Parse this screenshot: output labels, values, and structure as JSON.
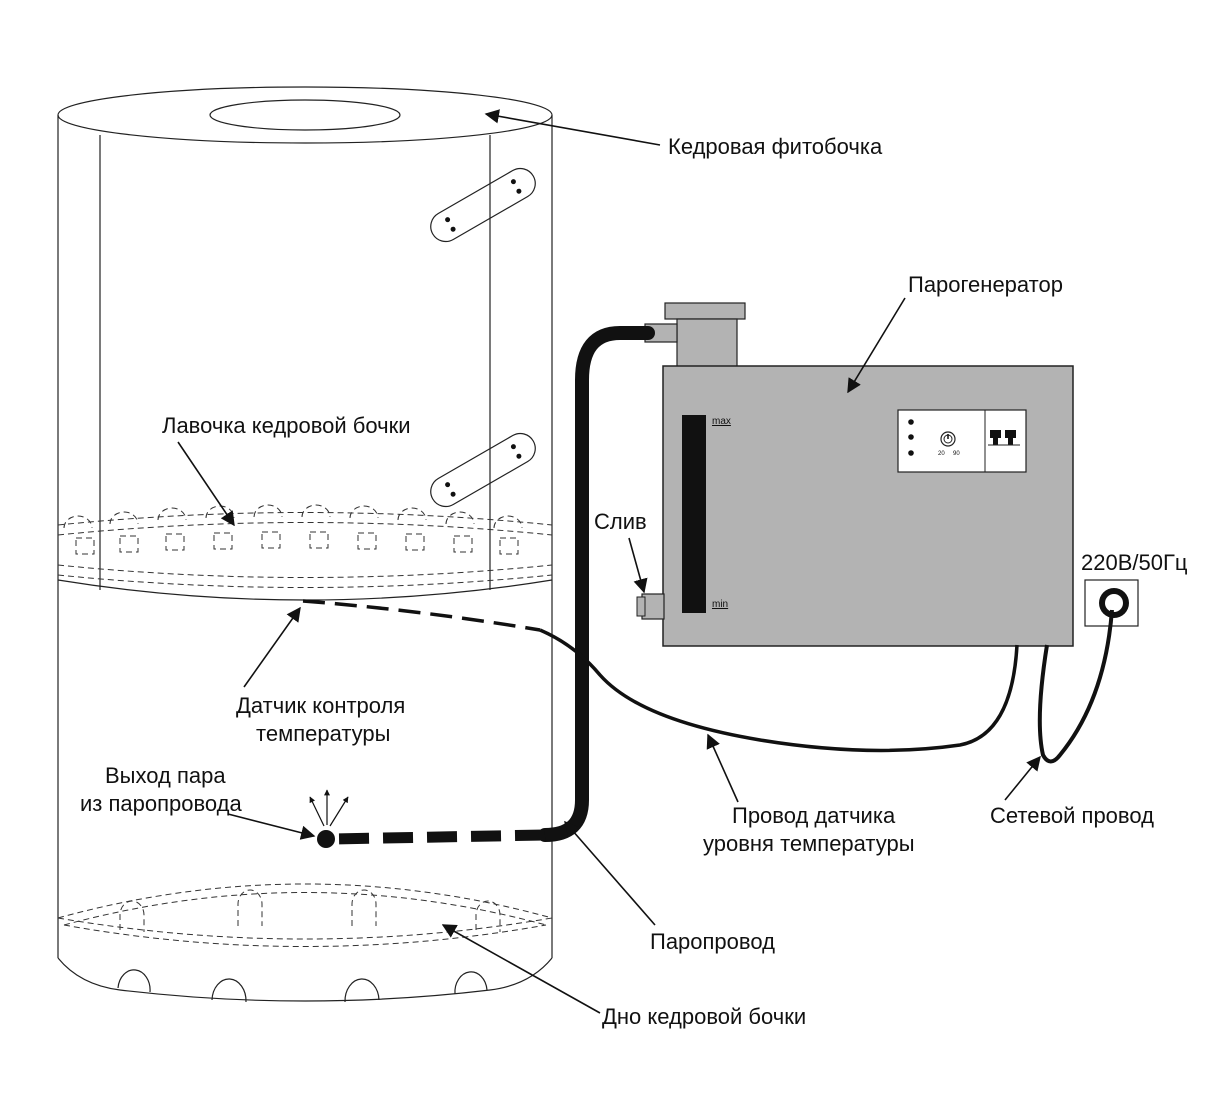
{
  "labels": {
    "barrel": "Кедровая фитобочка",
    "steam_generator": "Парогенератор",
    "bench": "Лавочка кедровой бочки",
    "drain": "Слив",
    "power_spec": "220В/50Гц",
    "temp_sensor_line1": "Датчик контроля",
    "temp_sensor_line2": "температуры",
    "steam_outlet_line1": "Выход пара",
    "steam_outlet_line2": "из паропровода",
    "sensor_wire_line1": "Провод датчика",
    "sensor_wire_line2": "уровня температуры",
    "power_cord": "Сетевой провод",
    "steam_pipe": "Паропровод",
    "barrel_bottom": "Дно кедровой бочки"
  },
  "gauge": {
    "max": "max",
    "min": "min"
  },
  "control_panel": {
    "scale_low": "20",
    "scale_high": "90"
  },
  "colors": {
    "generator_body": "#b3b3b3",
    "ink": "#111111"
  }
}
